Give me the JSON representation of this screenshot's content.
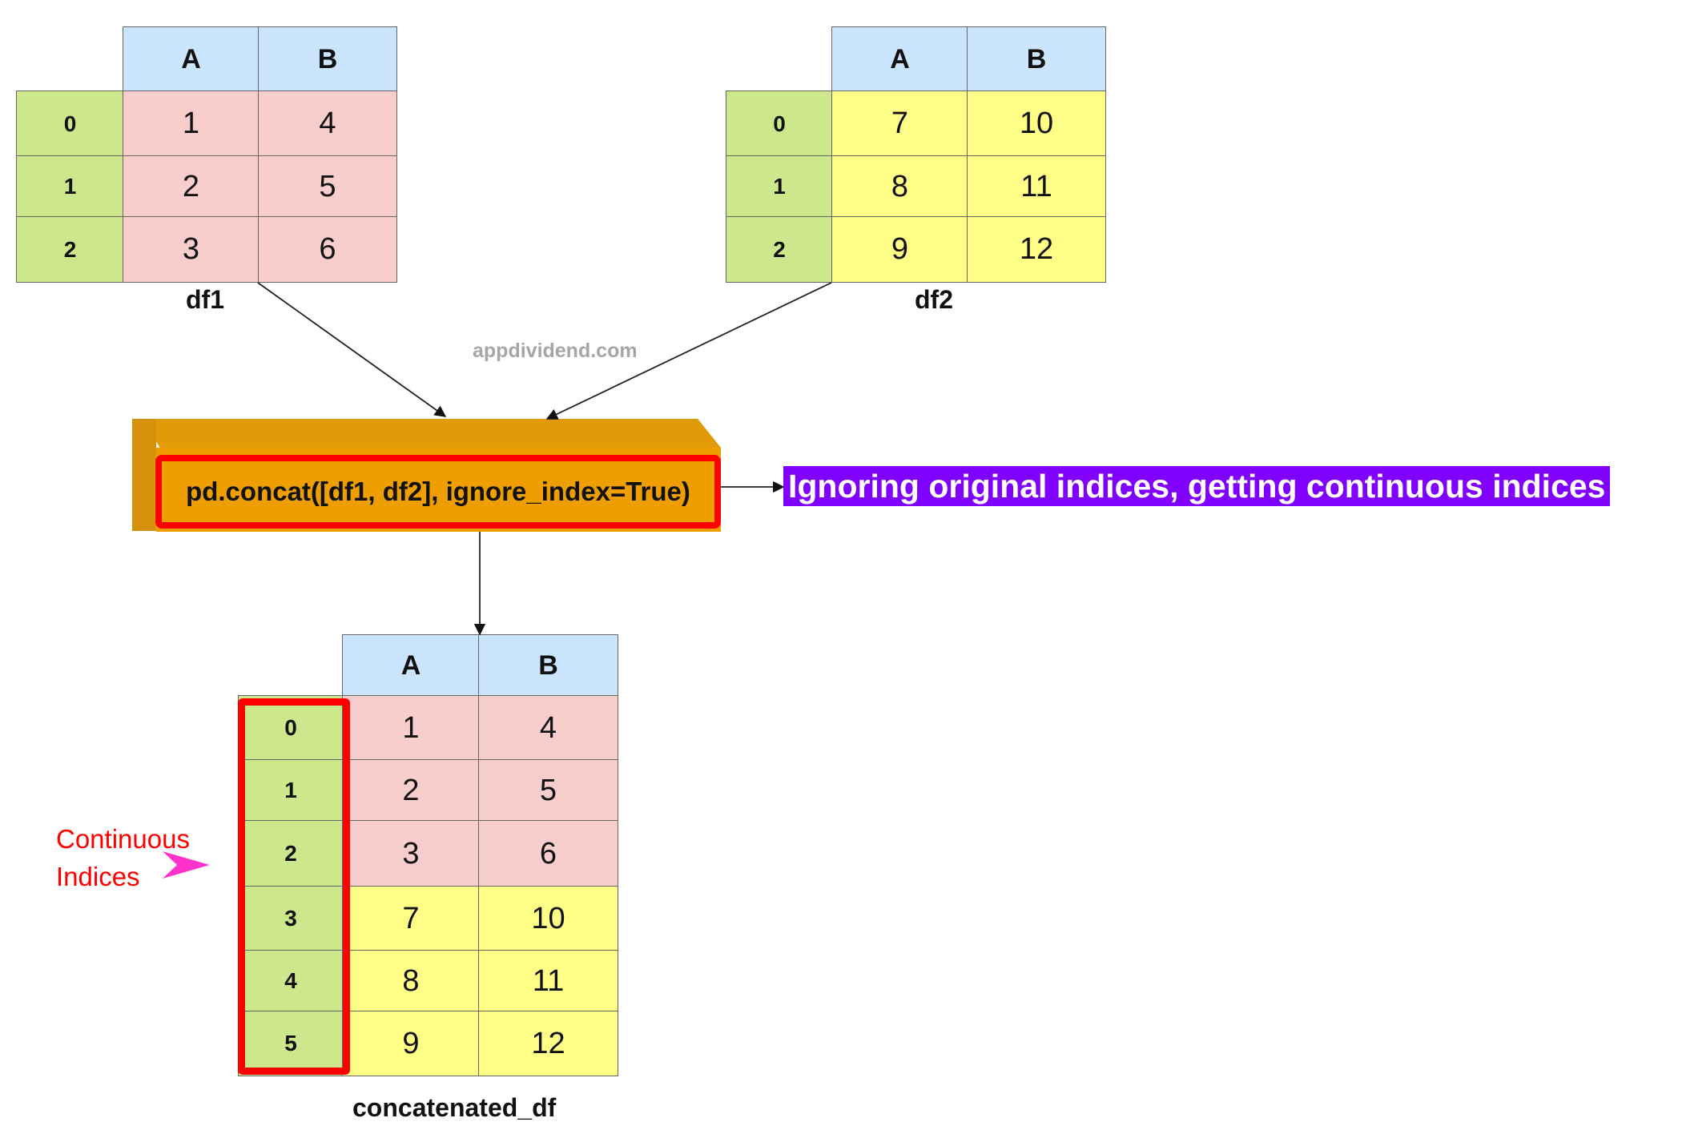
{
  "df1": {
    "name": "df1",
    "columns": [
      "A",
      "B"
    ],
    "index": [
      "0",
      "1",
      "2"
    ],
    "rows": [
      [
        "1",
        "4"
      ],
      [
        "2",
        "5"
      ],
      [
        "3",
        "6"
      ]
    ]
  },
  "df2": {
    "name": "df2",
    "columns": [
      "A",
      "B"
    ],
    "index": [
      "0",
      "1",
      "2"
    ],
    "rows": [
      [
        "7",
        "10"
      ],
      [
        "8",
        "11"
      ],
      [
        "9",
        "12"
      ]
    ]
  },
  "watermark": "appdividend.com",
  "operation": {
    "code": "pd.concat([df1, df2], ignore_index=True)"
  },
  "note": "Ignoring original indices, getting continuous indices",
  "result": {
    "name": "concatenated_df",
    "columns": [
      "A",
      "B"
    ],
    "index": [
      "0",
      "1",
      "2",
      "3",
      "4",
      "5"
    ],
    "rows": [
      [
        "1",
        "4"
      ],
      [
        "2",
        "5"
      ],
      [
        "3",
        "6"
      ],
      [
        "7",
        "10"
      ],
      [
        "8",
        "11"
      ],
      [
        "9",
        "12"
      ]
    ]
  },
  "annotation": {
    "line1": "Continuous",
    "line2": "Indices"
  },
  "colors": {
    "header": "#cce5ff",
    "index": "#cde88c",
    "df1_cells": "#f8cecc",
    "df2_cells": "#ffff88",
    "operation_fill": "#ef9e00",
    "highlight": "#ff0000",
    "note_fill": "#7f00ff",
    "annotation_arrow": "#ff33cc"
  }
}
